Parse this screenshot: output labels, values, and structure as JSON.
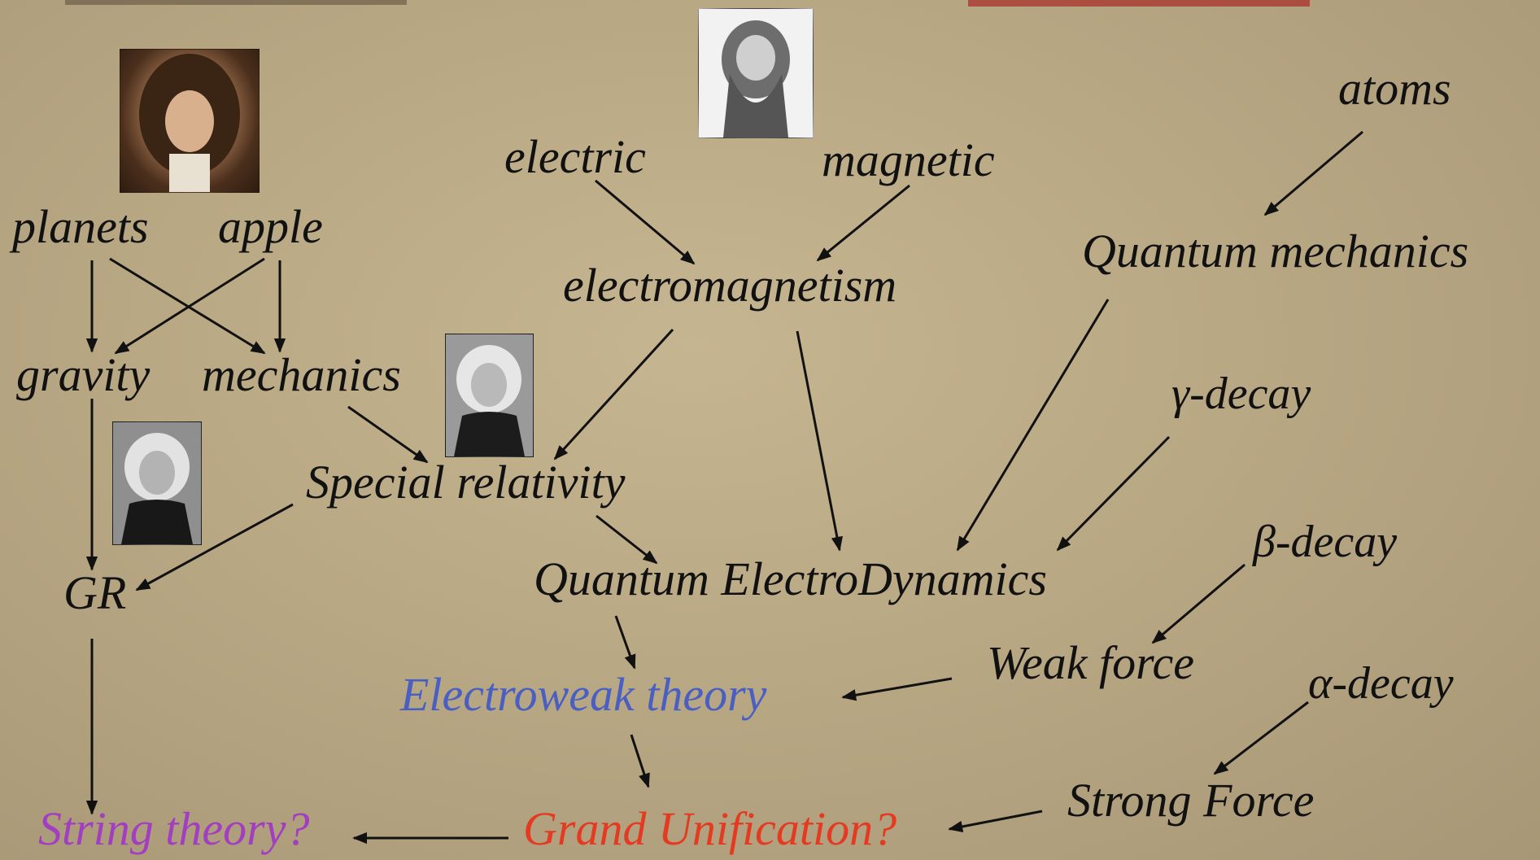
{
  "nodes": {
    "planets": "planets",
    "apple": "apple",
    "gravity": "gravity",
    "mechanics": "mechanics",
    "gr": "GR",
    "electric": "electric",
    "magnetic": "magnetic",
    "electromagnetism": "electromagnetism",
    "special_relativity": "Special relativity",
    "qed": "Quantum ElectroDynamics",
    "electroweak": "Electroweak theory",
    "grand_unification": "Grand Unification?",
    "string_theory": "String theory?",
    "atoms": "atoms",
    "quantum_mechanics": "Quantum mechanics",
    "gamma_decay": "γ-decay",
    "beta_decay": "β-decay",
    "weak_force": "Weak force",
    "alpha_decay": "α-decay",
    "strong_force": "Strong Force"
  },
  "portraits": [
    "newton-portrait",
    "maxwell-portrait",
    "einstein-portrait",
    "einstein-portrait"
  ],
  "colors": {
    "background": "#b9a884",
    "text": "#111111",
    "electroweak": "#4a5fc2",
    "grand_unification": "#e53a22",
    "string_theory": "#a23fc0"
  }
}
